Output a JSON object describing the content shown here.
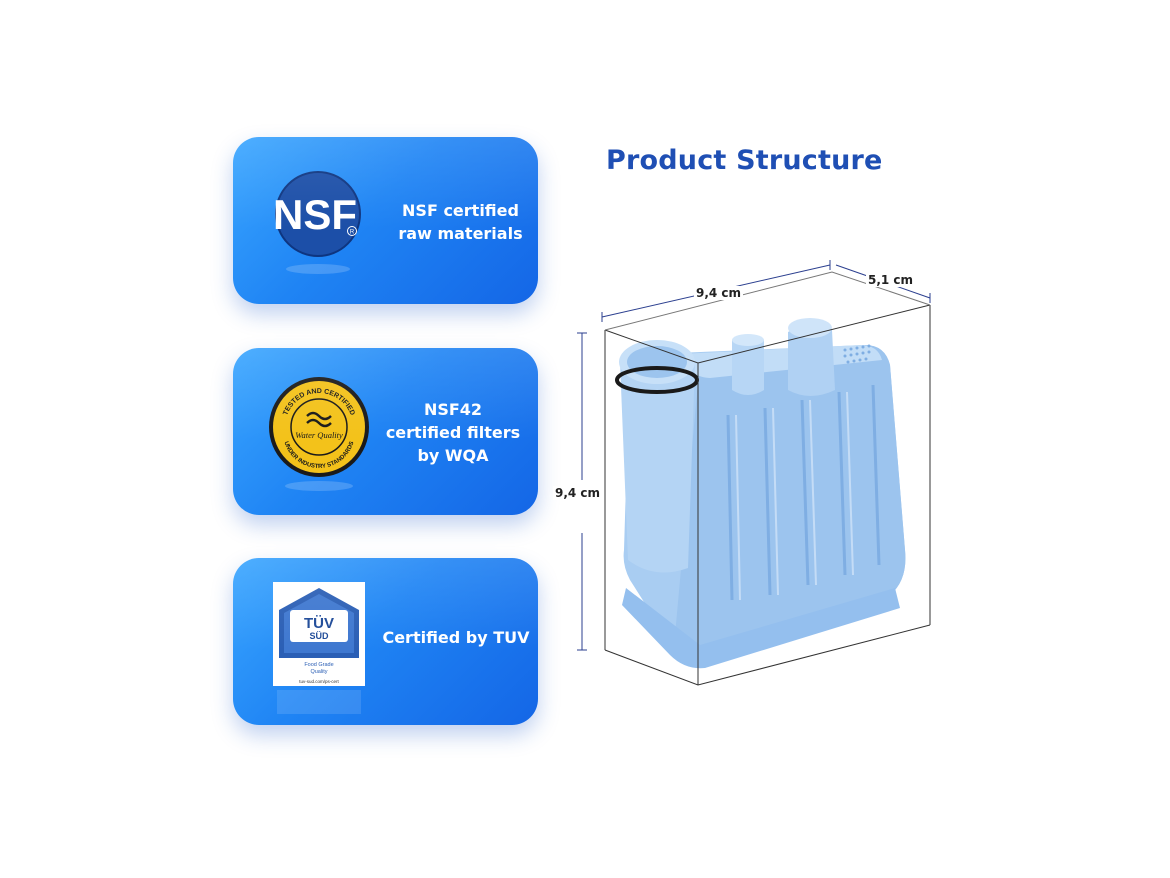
{
  "title": "Product Structure",
  "certifications": [
    {
      "icon": "nsf-logo",
      "logo_text": "NSF",
      "text": "NSF certified\nraw materials"
    },
    {
      "icon": "wqa-seal",
      "logo_text": "TESTED AND CERTIFIED · Water Quality · UNDER INDUSTRY STANDARDS",
      "text": "NSF42\ncertified filters\nby WQA"
    },
    {
      "icon": "tuv-sud-mark",
      "logo_text": "TÜV SÜD Food Grade Quality tuv-sud.com/ps-cert",
      "text": "Certified by TUV"
    }
  ],
  "dimensions": {
    "width": "9,4 cm",
    "depth": "5,1 cm",
    "height": "9,4 cm"
  },
  "colors": {
    "card_blue": "#1f84f4",
    "title_blue": "#1f4fb4",
    "filter_blue": "#a9cdf2"
  }
}
